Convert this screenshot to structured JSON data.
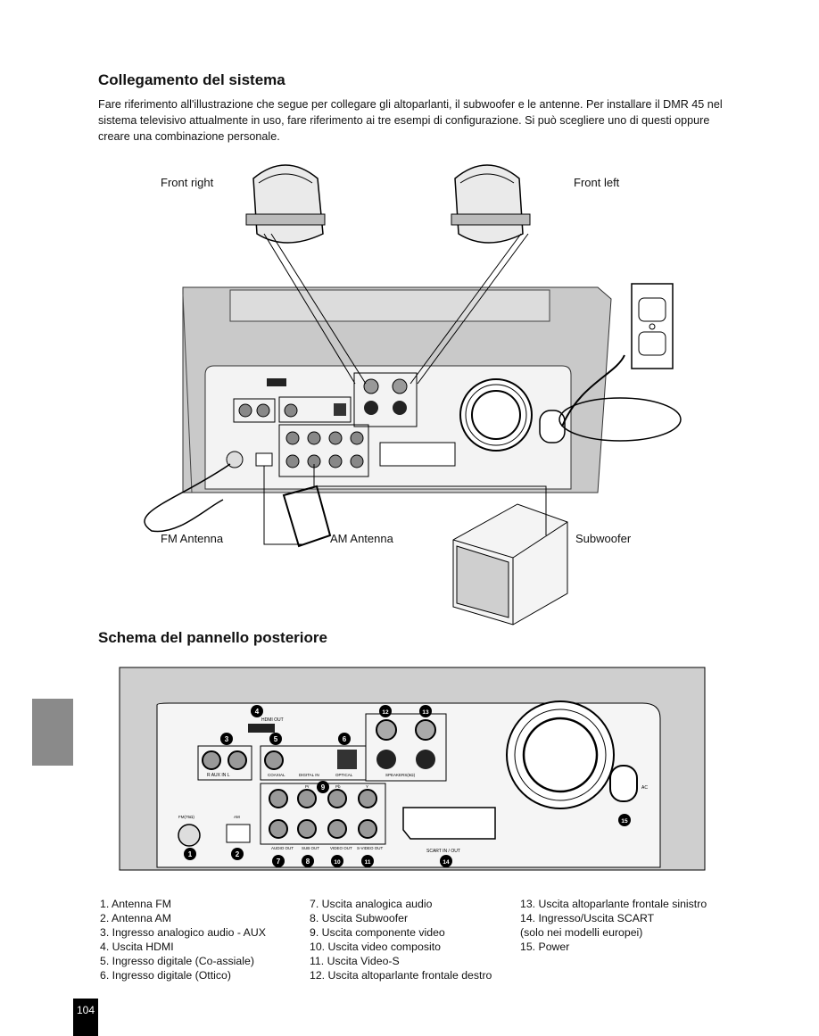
{
  "sections": {
    "connection_title": "Collegamento del sistema",
    "connection_text": "Fare riferimento all'illustrazione che segue per collegare gli altoparlanti,  il subwoofer e le antenne. Per installare il DMR 45 nel sistema televisivo attualmente in uso, fare riferimento ai tre esempi di configurazione. Si può scegliere uno di questi oppure creare una combinazione personale.",
    "panel_title": "Schema del pannello posteriore"
  },
  "diagram_labels": {
    "front_right": "Front right",
    "front_left": "Front left",
    "fm_antenna": "FM Antenna",
    "am_antenna": "AM Antenna",
    "subwoofer": "Subwoofer"
  },
  "panel_labels": {
    "hdmi_out": "HDMI OUT",
    "aux_in": "R   AUX IN   L",
    "coaxial": "COAXIAL",
    "digital_in": "DIGITAL IN",
    "optical": "OPTICAL",
    "speakers": "SPEAKERS(6Ω)",
    "fm": "FM(75Ω)",
    "am": "AM",
    "pr": "Pr",
    "pb": "Pb",
    "y": "Y",
    "audio_out": "AUDIO OUT",
    "sub_out": "SUB OUT",
    "video_out": "VIDEO OUT",
    "svideo_out": "S-VIDEO OUT",
    "scart": "SCART IN / OUT",
    "ac": "AC"
  },
  "callouts": [
    "1",
    "2",
    "3",
    "4",
    "5",
    "6",
    "7",
    "8",
    "9",
    "10",
    "11",
    "12",
    "13",
    "14",
    "15"
  ],
  "legend": {
    "col1": [
      "1. Antenna FM",
      "2. Antenna AM",
      "3. Ingresso analogico audio - AUX",
      "4. Uscita HDMI",
      "5. Ingresso digitale (Co-assiale)",
      "6. Ingresso digitale (Ottico)"
    ],
    "col2": [
      "7. Uscita analogica audio",
      "8. Uscita Subwoofer",
      "9. Uscita componente video",
      "10. Uscita video composito",
      "11. Uscita Video-S",
      "12. Uscita altoparlante frontale destro"
    ],
    "col3": [
      "13. Uscita altoparlante frontale sinistro",
      "14. Ingresso/Uscita SCART",
      "(solo nei modelli europei)",
      "15. Power"
    ]
  },
  "page_number": "104"
}
